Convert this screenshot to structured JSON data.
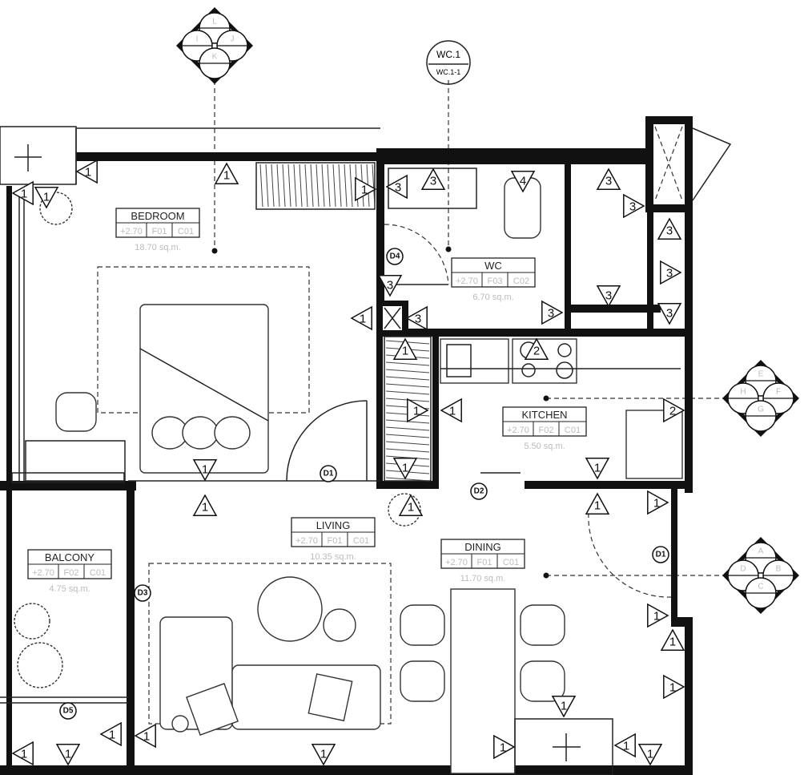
{
  "rooms": [
    {
      "name": "BEDROOM",
      "level": "+2.70",
      "floor": "F01",
      "ceiling": "C01",
      "area": "18.70  sq.m."
    },
    {
      "name": "WC",
      "level": "+2.70",
      "floor": "F03",
      "ceiling": "C02",
      "area": "6.70  sq.m."
    },
    {
      "name": "KITCHEN",
      "level": "+2.70",
      "floor": "F02",
      "ceiling": "C01",
      "area": "5.50  sq.m."
    },
    {
      "name": "LIVING",
      "level": "+2.70",
      "floor": "F01",
      "ceiling": "C01",
      "area": "10.35  sq.m."
    },
    {
      "name": "DINING",
      "level": "+2.70",
      "floor": "F01",
      "ceiling": "C01",
      "area": "11.70  sq.m."
    },
    {
      "name": "BALCONY",
      "level": "+2.70",
      "floor": "F02",
      "ceiling": "C01",
      "area": "4.75  sq.m."
    }
  ],
  "doors": [
    "D1",
    "D2",
    "D3",
    "D4",
    "D5",
    "D1"
  ],
  "section_marker": {
    "top": "WC.1",
    "bottom": "WC.1-1"
  },
  "elevation_markers": [
    {
      "top": "L",
      "left": "I",
      "right": "J",
      "bottom": "K"
    },
    {
      "top": "E",
      "left": "H",
      "right": "F",
      "bottom": "G"
    },
    {
      "top": "A",
      "left": "D",
      "right": "B",
      "bottom": "C"
    }
  ],
  "wall_tags": [
    "1",
    "1",
    "1",
    "1",
    "1",
    "3",
    "3",
    "4",
    "3",
    "3",
    "3",
    "3",
    "3",
    "3",
    "3",
    "3",
    "1",
    "3",
    "1",
    "2",
    "1",
    "1",
    "2",
    "1",
    "1",
    "1",
    "1",
    "1",
    "1",
    "1",
    "1",
    "1",
    "1",
    "1",
    "1",
    "1",
    "1",
    "1",
    "1",
    "1",
    "1",
    "1"
  ]
}
